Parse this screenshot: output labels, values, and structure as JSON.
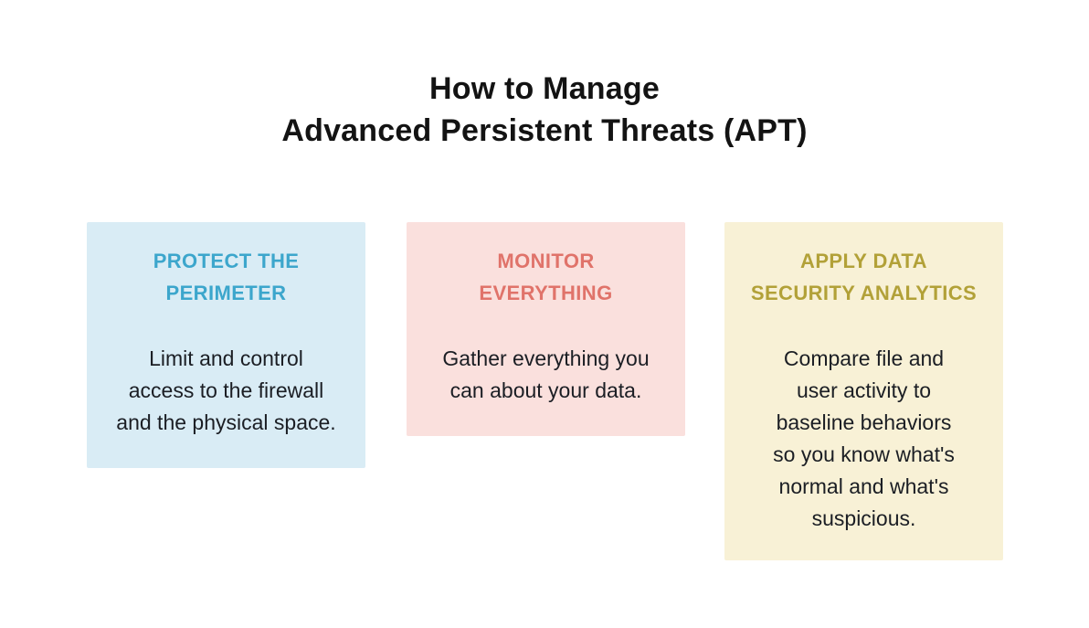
{
  "page": {
    "background": "#FFFFFF",
    "body_text_color": "#1B1E24"
  },
  "title": {
    "text": "How to Manage\nAdvanced Persistent Threats (APT)",
    "color": "#131313"
  },
  "cards": [
    {
      "heading": "PROTECT THE\nPERIMETER",
      "body": "Limit and control\naccess to the firewall\nand the physical space.",
      "bg": "#D9ECF5",
      "heading_color": "#3CA6CC"
    },
    {
      "heading": "MONITOR\nEVERYTHING",
      "body": "Gather everything you\ncan about your data.",
      "bg": "#FAE0DD",
      "heading_color": "#E0736A"
    },
    {
      "heading": "APPLY DATA\nSECURITY ANALYTICS",
      "body": "Compare file and\nuser activity to\nbaseline behaviors\nso you know what's\nnormal and what's\nsuspicious.",
      "bg": "#F8F1D6",
      "heading_color": "#B2A138"
    }
  ]
}
